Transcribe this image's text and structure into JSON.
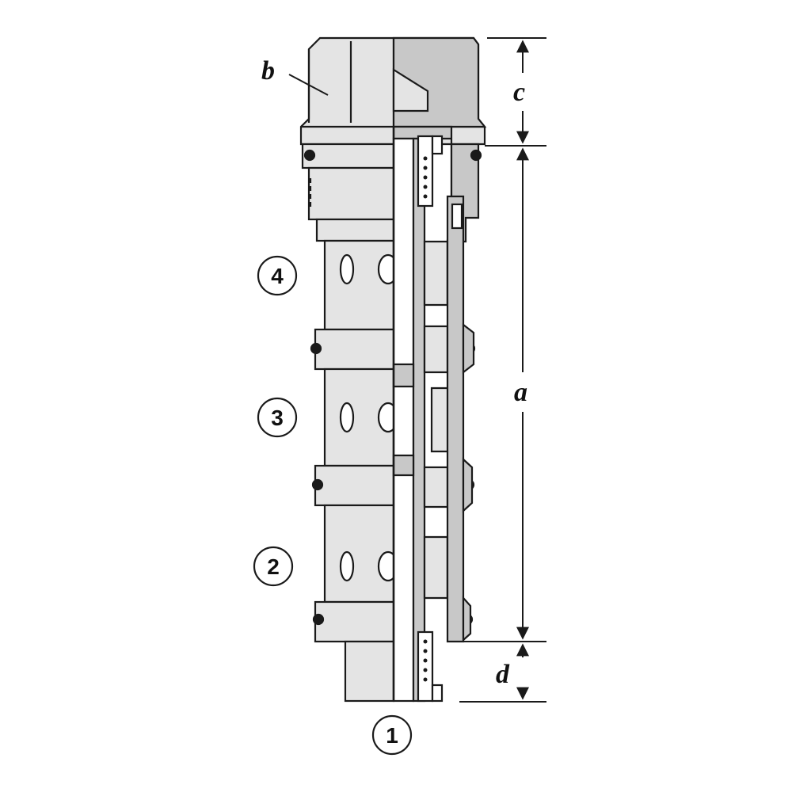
{
  "diagram": {
    "labels": {
      "b": "b",
      "c": "c",
      "a": "a",
      "d": "d"
    },
    "ports": [
      "4",
      "3",
      "2",
      "1"
    ],
    "colors": {
      "body": "#e4e4e4",
      "section": "#c8c8c8",
      "line": "#1a1a1a",
      "background": "#ffffff"
    }
  }
}
